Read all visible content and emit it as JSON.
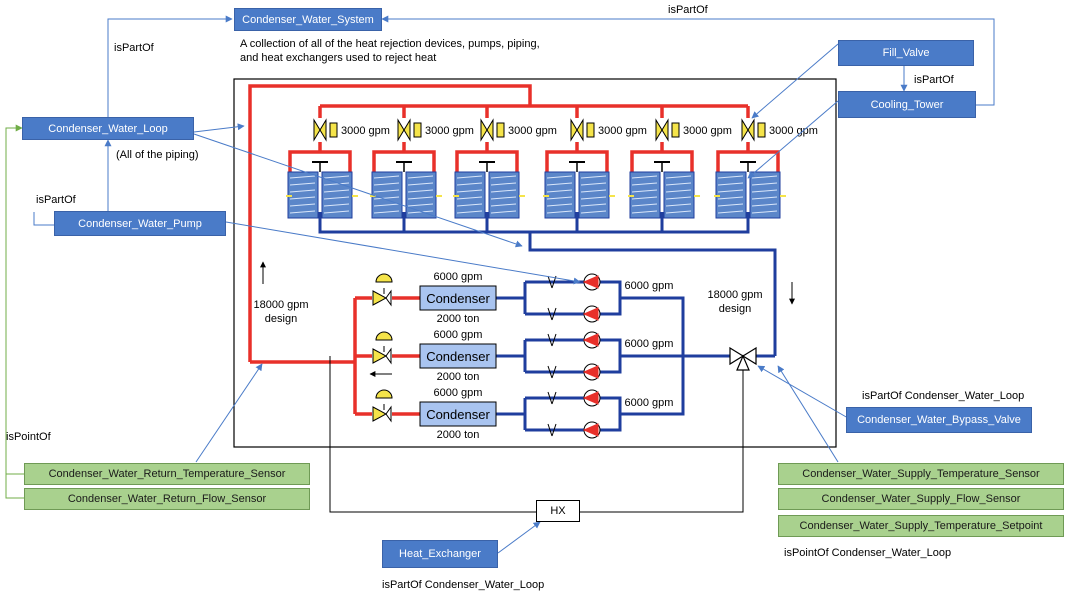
{
  "nodes": {
    "condenser_water_system": "Condenser_Water_System",
    "condenser_water_loop": "Condenser_Water_Loop",
    "condenser_water_pump": "Condenser_Water_Pump",
    "fill_valve": "Fill_Valve",
    "cooling_tower": "Cooling_Tower",
    "bypass_valve": "Condenser_Water_Bypass_Valve",
    "return_temp_sensor": "Condenser_Water_Return_Temperature_Sensor",
    "return_flow_sensor": "Condenser_Water_Return_Flow_Sensor",
    "supply_temp_sensor": "Condenser_Water_Supply_Temperature_Sensor",
    "supply_flow_sensor": "Condenser_Water_Supply_Flow_Sensor",
    "supply_temp_setpoint": "Condenser_Water_Supply_Temperature_Setpoint",
    "heat_exchanger": "Heat_Exchanger",
    "hx": "HX"
  },
  "edge_labels": {
    "ispartof_top": "isPartOf",
    "ispartof_loop": "isPartOf",
    "ispartof_pump": "isPartOf",
    "ispartof_fill": "isPartOf",
    "ispointof_left": "isPointOf",
    "bypass_part": "isPartOf Condenser_Water_Loop",
    "supply_point": "isPointOf Condenser_Water_Loop",
    "hx_part": "isPartOf Condenser_Water_Loop"
  },
  "annotations": {
    "system_desc": [
      "A collection of all of the heat rejection devices, pumps, piping,",
      "and heat exchangers used to reject heat"
    ],
    "loop_note": "(All of the piping)"
  },
  "schematic": {
    "tower_flows": [
      "3000 gpm",
      "3000 gpm",
      "3000 gpm",
      "3000 gpm",
      "3000 gpm",
      "3000 gpm"
    ],
    "condenser_label": "Condenser",
    "condenser_flows": [
      "6000 gpm",
      "6000 gpm",
      "6000 gpm"
    ],
    "condenser_tons": [
      "2000 ton",
      "2000 ton",
      "2000 ton"
    ],
    "pump_flows": [
      "6000 gpm",
      "6000 gpm",
      "6000 gpm"
    ],
    "design_left": [
      "18000 gpm",
      "design"
    ],
    "design_right": [
      "18000 gpm",
      "design"
    ]
  },
  "colors": {
    "node_blue": "#4a7bc8",
    "sensor_green": "#a9d18e",
    "supply_red": "#e8302a",
    "return_blue": "#1f3e9e",
    "edge_blue": "#4a7bc8",
    "edge_green": "#70ad47",
    "valve_yellow": "#f5e44a",
    "condenser_fill": "#a9c4f0",
    "tower_blue": "#5b86c9"
  }
}
